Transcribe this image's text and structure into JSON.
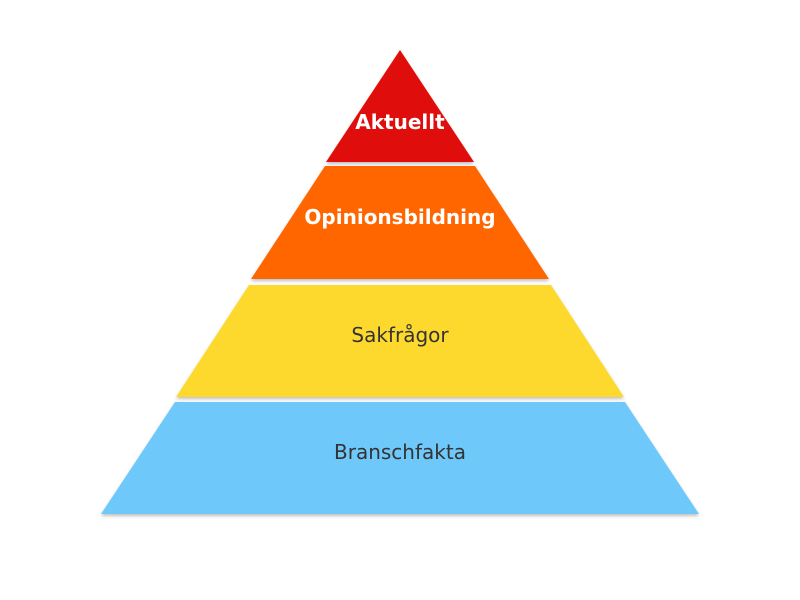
{
  "pyramid": {
    "tiers": [
      {
        "label": "Aktuellt",
        "color": "#e00f07",
        "text_color": "#ffffff",
        "bold": true
      },
      {
        "label": "Opinionsbildning",
        "color": "#ff6600",
        "text_color": "#ffffff",
        "bold": true
      },
      {
        "label": "Sakfrågor",
        "color": "#fdd92d",
        "text_color": "#333333",
        "bold": false
      },
      {
        "label": "Branschfakta",
        "color": "#6ec8fa",
        "text_color": "#333333",
        "bold": false
      }
    ]
  }
}
